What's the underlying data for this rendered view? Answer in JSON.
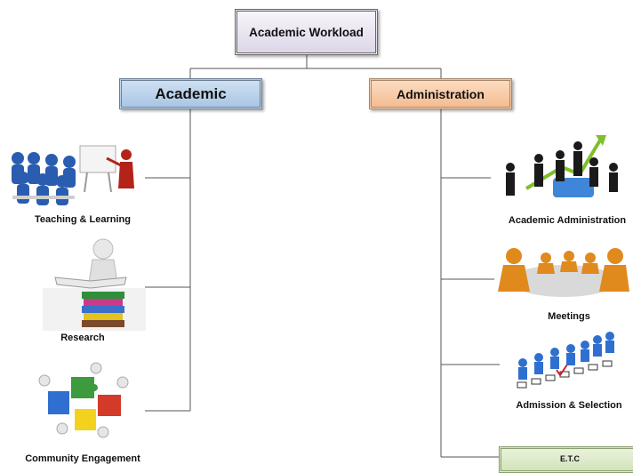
{
  "root": {
    "label": "Academic Workload"
  },
  "branches": [
    {
      "label": "Academic"
    },
    {
      "label": "Administration"
    }
  ],
  "academic_items": [
    {
      "label": "Teaching & Learning",
      "icon": "teaching-icon"
    },
    {
      "label": "Research",
      "icon": "research-icon"
    },
    {
      "label": "Community Engagement",
      "icon": "puzzle-icon"
    }
  ],
  "admin_items": [
    {
      "label": "Academic Administration",
      "icon": "business-growth-icon"
    },
    {
      "label": "Meetings",
      "icon": "meeting-icon"
    },
    {
      "label": "Admission & Selection",
      "icon": "queue-checklist-icon"
    },
    {
      "label": "E.T.C"
    }
  ],
  "colors": {
    "root_fill": "#ddd6e8",
    "academic_fill": "#a9c6e4",
    "admin_fill": "#f4bc92",
    "etc_fill": "#d2e3bb",
    "connector": "#555555"
  }
}
